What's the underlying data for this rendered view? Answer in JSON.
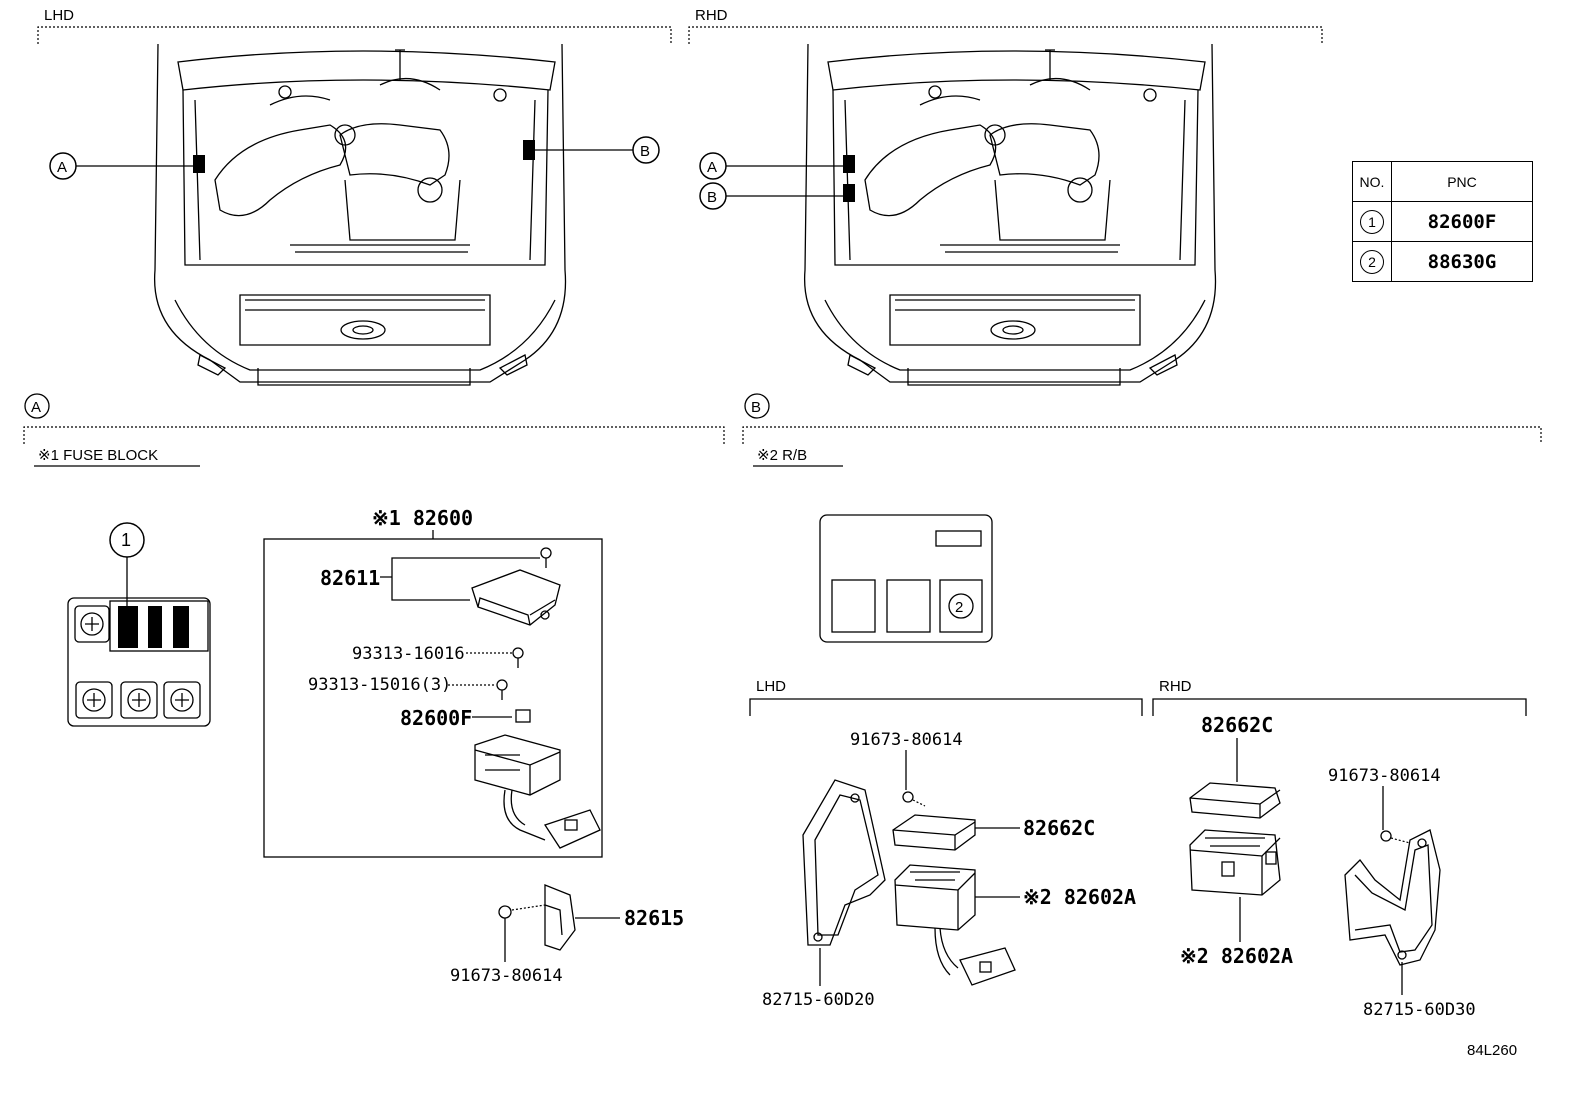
{
  "sections": {
    "lhd_top": "LHD",
    "rhd_top": "RHD",
    "detail_a_marker": "A",
    "detail_b_marker": "B",
    "detail_a_title": "※1 FUSE BLOCK",
    "detail_b_title": "※2 R/B",
    "lhd_sub": "LHD",
    "rhd_sub": "RHD"
  },
  "callouts": {
    "a": "A",
    "b": "B",
    "one": "1",
    "two": "2"
  },
  "table": {
    "header_no": "NO.",
    "header_pnc": "PNC",
    "rows": [
      {
        "no": "1",
        "pnc": "82600F"
      },
      {
        "no": "2",
        "pnc": "88630G"
      }
    ]
  },
  "parts": {
    "p82600": "※1 82600",
    "p82611": "82611",
    "p93313_16016": "93313-16016",
    "p93313_15016": "93313-15016(3)",
    "p82600f": "82600F",
    "p82615": "82615",
    "p91673_a": "91673-80614",
    "p91673_b": "91673-80614",
    "p91673_c": "91673-80614",
    "p82662c_lhd": "82662C",
    "p82602a_lhd": "※2 82602A",
    "p82715_60d20": "82715-60D20",
    "p82662c_rhd": "82662C",
    "p82602a_rhd": "※2 82602A",
    "p82715_60d30": "82715-60D30"
  },
  "diagram_id": "84L260"
}
